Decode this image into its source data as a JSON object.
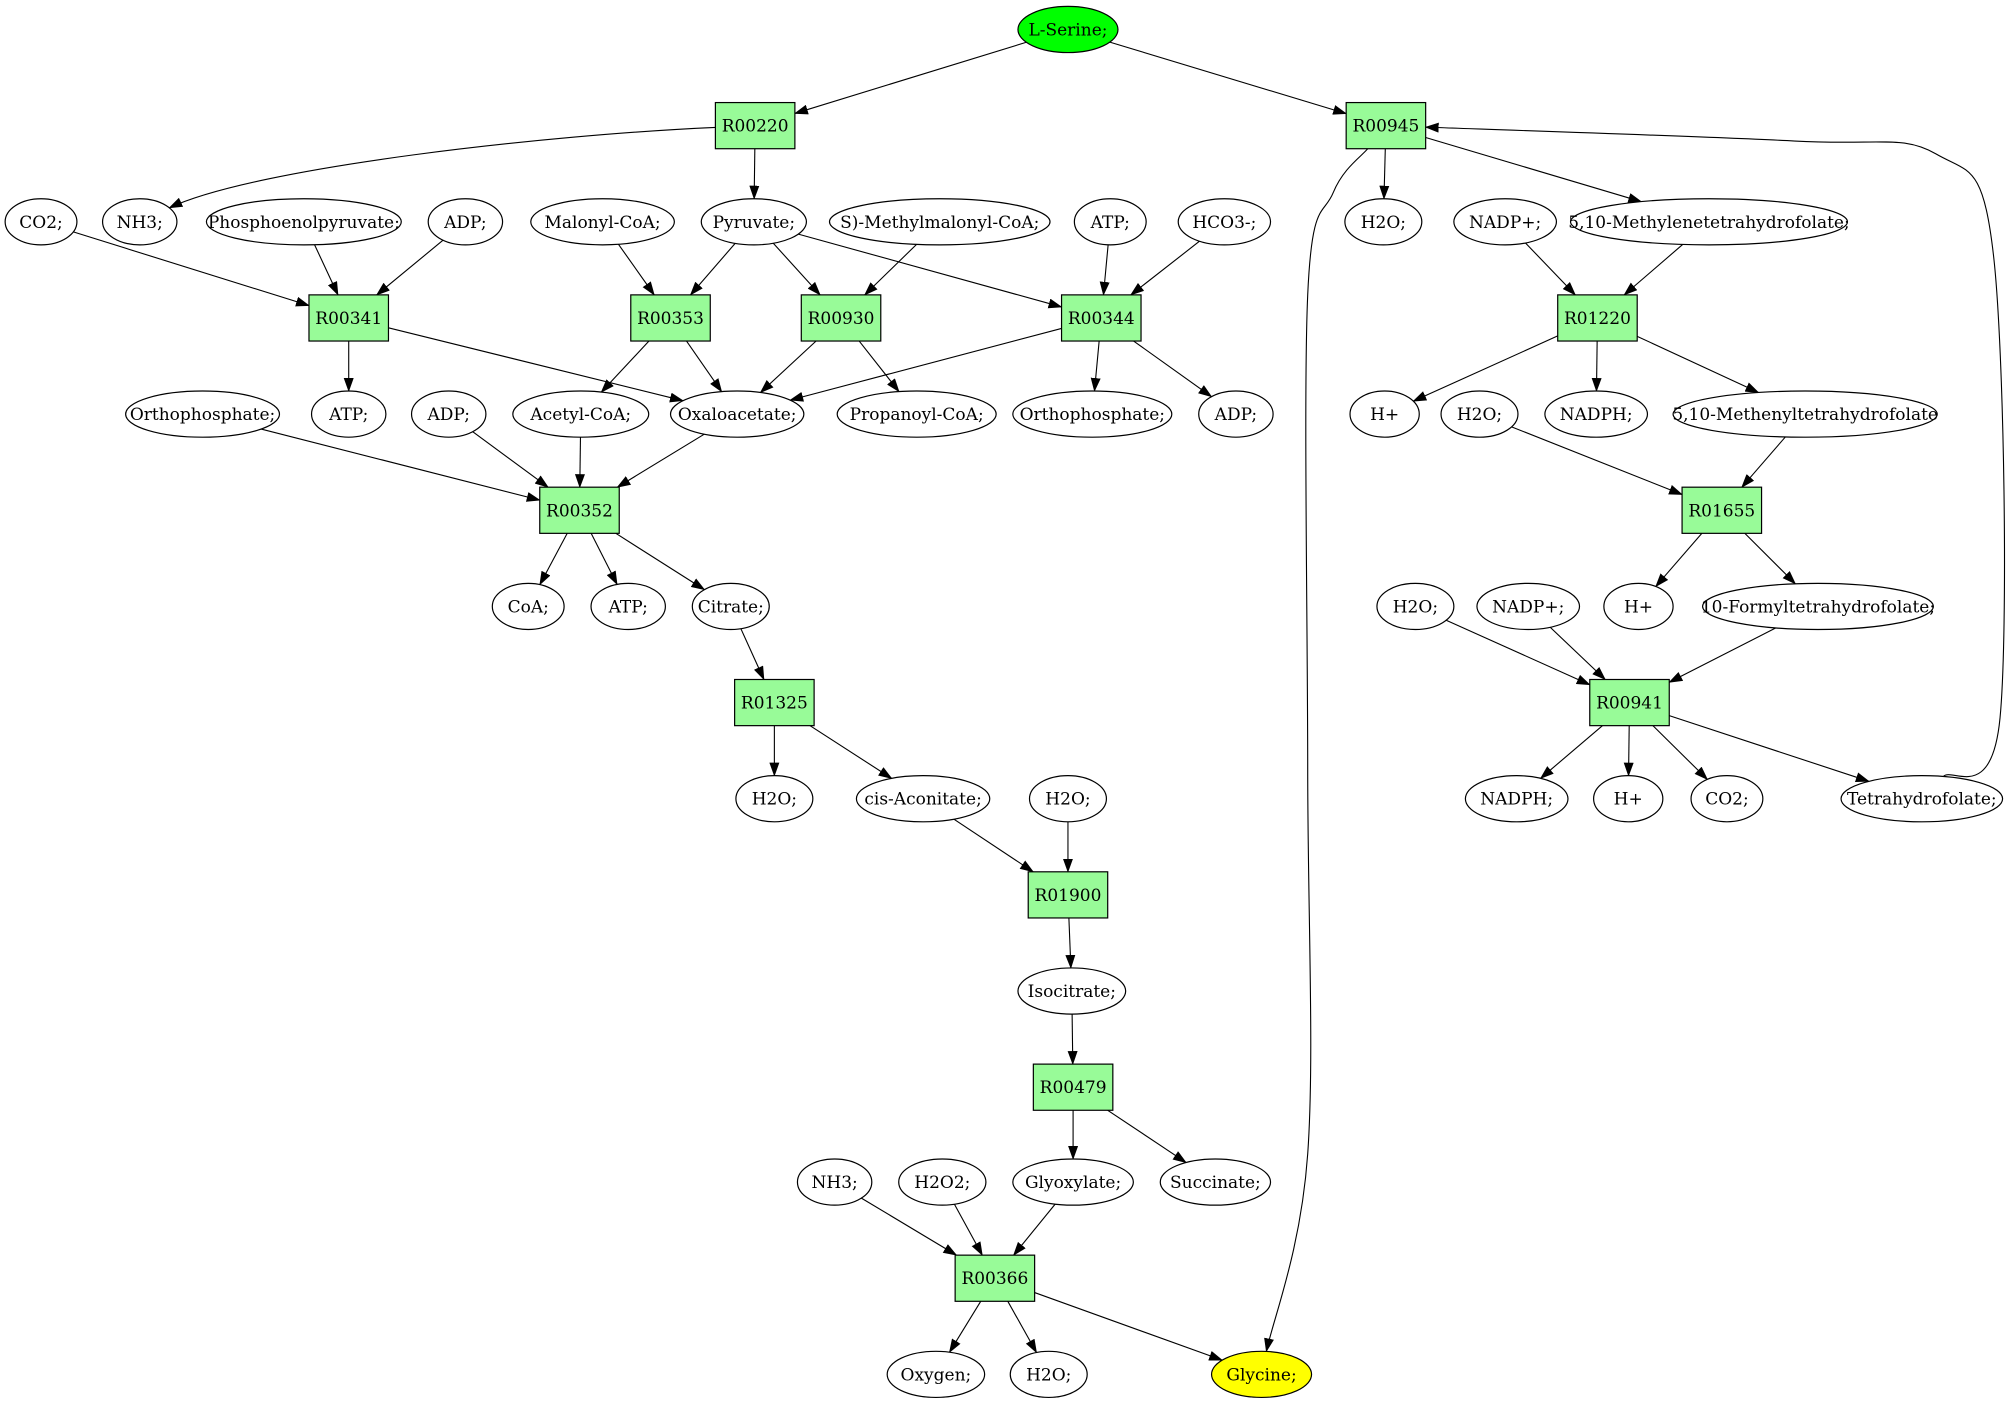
{
  "colors": {
    "reaction": "#98fb98",
    "compound": "#ffffff",
    "source": "#00ff00",
    "target": "#ffff00",
    "stroke": "#000000"
  },
  "nodes": [
    {
      "id": "lserine",
      "label": "L-Serine;",
      "kind": "source"
    },
    {
      "id": "r00220",
      "label": "R00220",
      "kind": "reaction"
    },
    {
      "id": "r00945",
      "label": "R00945",
      "kind": "reaction"
    },
    {
      "id": "co2_a",
      "label": "CO2;",
      "kind": "compound"
    },
    {
      "id": "nh3_a",
      "label": "NH3;",
      "kind": "compound"
    },
    {
      "id": "pep",
      "label": "Phosphoenolpyruvate;",
      "kind": "compound"
    },
    {
      "id": "adp_a",
      "label": "ADP;",
      "kind": "compound"
    },
    {
      "id": "malonylcoa",
      "label": "Malonyl-CoA;",
      "kind": "compound"
    },
    {
      "id": "pyruvate",
      "label": "Pyruvate;",
      "kind": "compound"
    },
    {
      "id": "smethylmalonylcoa",
      "label": "S)-Methylmalonyl-CoA;",
      "kind": "compound"
    },
    {
      "id": "atp_a",
      "label": "ATP;",
      "kind": "compound"
    },
    {
      "id": "hco3",
      "label": "HCO3-;",
      "kind": "compound"
    },
    {
      "id": "h2o_a",
      "label": "H2O;",
      "kind": "compound"
    },
    {
      "id": "nadp_a",
      "label": "NADP+;",
      "kind": "compound"
    },
    {
      "id": "methylenethf",
      "label": "5,10-Methylenetetrahydrofolate;",
      "kind": "compound"
    },
    {
      "id": "r00341",
      "label": "R00341",
      "kind": "reaction"
    },
    {
      "id": "r00353",
      "label": "R00353",
      "kind": "reaction"
    },
    {
      "id": "r00930",
      "label": "R00930",
      "kind": "reaction"
    },
    {
      "id": "r00344",
      "label": "R00344",
      "kind": "reaction"
    },
    {
      "id": "r01220",
      "label": "R01220",
      "kind": "reaction"
    },
    {
      "id": "orthophosphate_a",
      "label": "Orthophosphate;",
      "kind": "compound"
    },
    {
      "id": "atp_b",
      "label": "ATP;",
      "kind": "compound"
    },
    {
      "id": "adp_b",
      "label": "ADP;",
      "kind": "compound"
    },
    {
      "id": "acetylcoa",
      "label": "Acetyl-CoA;",
      "kind": "compound"
    },
    {
      "id": "oxaloacetate",
      "label": "Oxaloacetate;",
      "kind": "compound"
    },
    {
      "id": "propanoylcoa",
      "label": "Propanoyl-CoA;",
      "kind": "compound"
    },
    {
      "id": "orthophosphate_b",
      "label": "Orthophosphate;",
      "kind": "compound"
    },
    {
      "id": "adp_c",
      "label": "ADP;",
      "kind": "compound"
    },
    {
      "id": "hplus_a",
      "label": "H+",
      "kind": "compound"
    },
    {
      "id": "h2o_b",
      "label": "H2O;",
      "kind": "compound"
    },
    {
      "id": "nadph_a",
      "label": "NADPH;",
      "kind": "compound"
    },
    {
      "id": "methenylthf",
      "label": "5,10-Methenyltetrahydrofolate",
      "kind": "compound"
    },
    {
      "id": "r00352",
      "label": "R00352",
      "kind": "reaction"
    },
    {
      "id": "r01655",
      "label": "R01655",
      "kind": "reaction"
    },
    {
      "id": "coa",
      "label": "CoA;",
      "kind": "compound"
    },
    {
      "id": "atp_c",
      "label": "ATP;",
      "kind": "compound"
    },
    {
      "id": "citrate",
      "label": "Citrate;",
      "kind": "compound"
    },
    {
      "id": "h2o_c",
      "label": "H2O;",
      "kind": "compound"
    },
    {
      "id": "nadp_b",
      "label": "NADP+;",
      "kind": "compound"
    },
    {
      "id": "hplus_b",
      "label": "H+",
      "kind": "compound"
    },
    {
      "id": "formylthf",
      "label": "10-Formyltetrahydrofolate;",
      "kind": "compound"
    },
    {
      "id": "r01325",
      "label": "R01325",
      "kind": "reaction"
    },
    {
      "id": "r00941",
      "label": "R00941",
      "kind": "reaction"
    },
    {
      "id": "h2o_d",
      "label": "H2O;",
      "kind": "compound"
    },
    {
      "id": "cisaconitate",
      "label": "cis-Aconitate;",
      "kind": "compound"
    },
    {
      "id": "h2o_e",
      "label": "H2O;",
      "kind": "compound"
    },
    {
      "id": "nadph_b",
      "label": "NADPH;",
      "kind": "compound"
    },
    {
      "id": "hplus_c",
      "label": "H+",
      "kind": "compound"
    },
    {
      "id": "co2_b",
      "label": "CO2;",
      "kind": "compound"
    },
    {
      "id": "thf",
      "label": "Tetrahydrofolate;",
      "kind": "compound"
    },
    {
      "id": "r01900",
      "label": "R01900",
      "kind": "reaction"
    },
    {
      "id": "isocitrate",
      "label": "Isocitrate;",
      "kind": "compound"
    },
    {
      "id": "r00479",
      "label": "R00479",
      "kind": "reaction"
    },
    {
      "id": "nh3_b",
      "label": "NH3;",
      "kind": "compound"
    },
    {
      "id": "h2o2",
      "label": "H2O2;",
      "kind": "compound"
    },
    {
      "id": "glyoxylate",
      "label": "Glyoxylate;",
      "kind": "compound"
    },
    {
      "id": "succinate",
      "label": "Succinate;",
      "kind": "compound"
    },
    {
      "id": "r00366",
      "label": "R00366",
      "kind": "reaction"
    },
    {
      "id": "oxygen",
      "label": "Oxygen;",
      "kind": "compound"
    },
    {
      "id": "h2o_f",
      "label": "H2O;",
      "kind": "compound"
    },
    {
      "id": "glycine",
      "label": "Glycine;",
      "kind": "target"
    }
  ],
  "edges": [
    [
      "lserine",
      "r00220"
    ],
    [
      "lserine",
      "r00945"
    ],
    [
      "r00220",
      "nh3_a"
    ],
    [
      "r00220",
      "pyruvate"
    ],
    [
      "r00945",
      "h2o_a"
    ],
    [
      "r00945",
      "methylenethf"
    ],
    [
      "r00945",
      "glycine"
    ],
    [
      "co2_a",
      "r00341"
    ],
    [
      "pep",
      "r00341"
    ],
    [
      "adp_a",
      "r00341"
    ],
    [
      "malonylcoa",
      "r00353"
    ],
    [
      "pyruvate",
      "r00353"
    ],
    [
      "pyruvate",
      "r00930"
    ],
    [
      "smethylmalonylcoa",
      "r00930"
    ],
    [
      "pyruvate",
      "r00344"
    ],
    [
      "atp_a",
      "r00344"
    ],
    [
      "hco3",
      "r00344"
    ],
    [
      "nadp_a",
      "r01220"
    ],
    [
      "methylenethf",
      "r01220"
    ],
    [
      "r00341",
      "atp_b"
    ],
    [
      "r00341",
      "oxaloacetate"
    ],
    [
      "r00353",
      "acetylcoa"
    ],
    [
      "r00353",
      "oxaloacetate"
    ],
    [
      "r00930",
      "oxaloacetate"
    ],
    [
      "r00930",
      "propanoylcoa"
    ],
    [
      "r00344",
      "oxaloacetate"
    ],
    [
      "r00344",
      "orthophosphate_b"
    ],
    [
      "r00344",
      "adp_c"
    ],
    [
      "r01220",
      "hplus_a"
    ],
    [
      "r01220",
      "nadph_a"
    ],
    [
      "r01220",
      "methenylthf"
    ],
    [
      "orthophosphate_a",
      "r00352"
    ],
    [
      "adp_b",
      "r00352"
    ],
    [
      "acetylcoa",
      "r00352"
    ],
    [
      "oxaloacetate",
      "r00352"
    ],
    [
      "h2o_b",
      "r01655"
    ],
    [
      "methenylthf",
      "r01655"
    ],
    [
      "r00352",
      "coa"
    ],
    [
      "r00352",
      "atp_c"
    ],
    [
      "r00352",
      "citrate"
    ],
    [
      "r01655",
      "hplus_b"
    ],
    [
      "r01655",
      "formylthf"
    ],
    [
      "citrate",
      "r01325"
    ],
    [
      "h2o_c",
      "r00941"
    ],
    [
      "nadp_b",
      "r00941"
    ],
    [
      "formylthf",
      "r00941"
    ],
    [
      "r01325",
      "h2o_d"
    ],
    [
      "r01325",
      "cisaconitate"
    ],
    [
      "r00941",
      "nadph_b"
    ],
    [
      "r00941",
      "hplus_c"
    ],
    [
      "r00941",
      "co2_b"
    ],
    [
      "r00941",
      "thf"
    ],
    [
      "thf",
      "r00945"
    ],
    [
      "cisaconitate",
      "r01900"
    ],
    [
      "h2o_e",
      "r01900"
    ],
    [
      "r01900",
      "isocitrate"
    ],
    [
      "isocitrate",
      "r00479"
    ],
    [
      "r00479",
      "glyoxylate"
    ],
    [
      "r00479",
      "succinate"
    ],
    [
      "nh3_b",
      "r00366"
    ],
    [
      "h2o2",
      "r00366"
    ],
    [
      "glyoxylate",
      "r00366"
    ],
    [
      "r00366",
      "oxygen"
    ],
    [
      "r00366",
      "h2o_f"
    ],
    [
      "r00366",
      "glycine"
    ]
  ]
}
